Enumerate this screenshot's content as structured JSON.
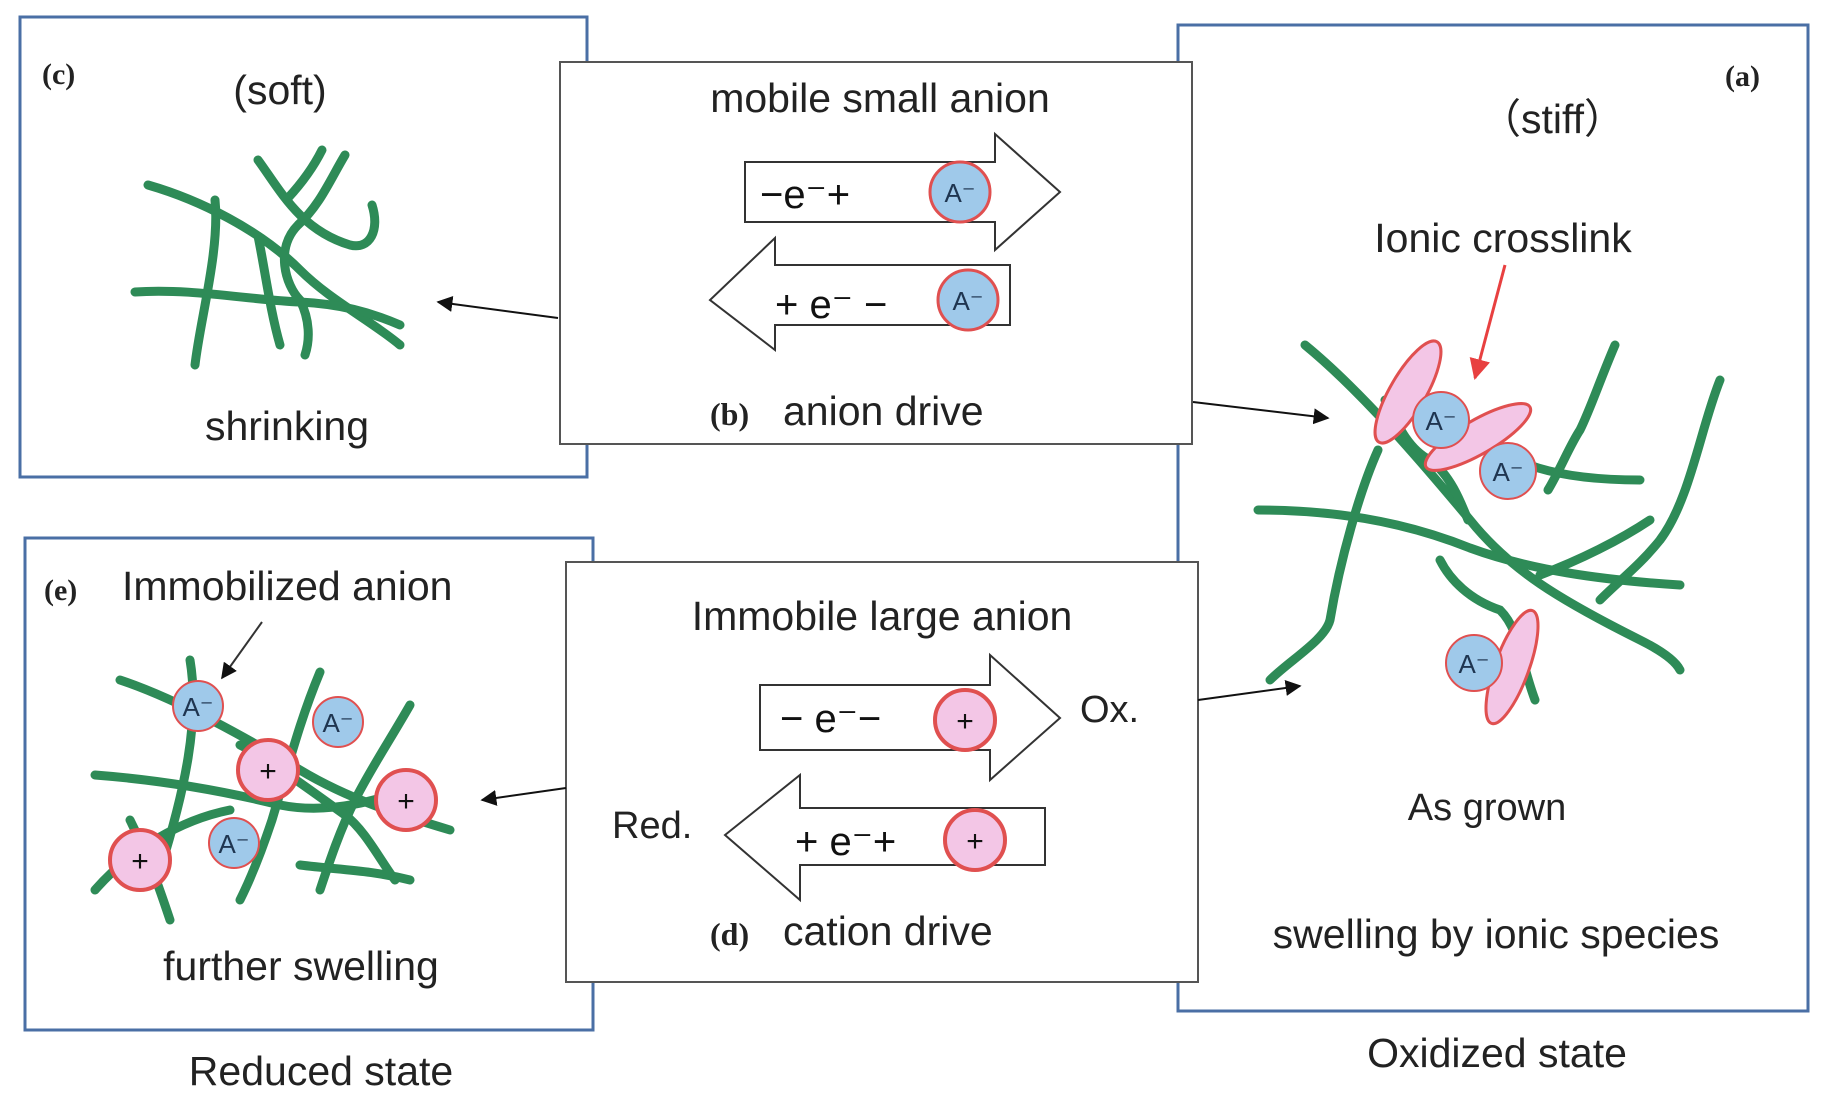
{
  "panels": {
    "c": {
      "letter": "(c)",
      "state": "(soft)",
      "caption": "shrinking"
    },
    "b": {
      "letter": "(b)",
      "title": "mobile small anion",
      "caption": "anion drive",
      "top_arrow_text": "−e⁻+",
      "bottom_arrow_text": "+ e⁻ −"
    },
    "a": {
      "letter": "(a)",
      "state": "（stiff）",
      "crosslink_label": "Ionic crosslink",
      "as_grown": "As grown",
      "caption": "swelling by ionic species"
    },
    "e": {
      "letter": "(e)",
      "title": "Immobilized anion",
      "caption": "further swelling"
    },
    "d": {
      "letter": "(d)",
      "title": "Immobile large anion",
      "caption": "cation drive",
      "top_arrow_text": "− e⁻− ",
      "bottom_arrow_text": "+ e⁻+",
      "ox_label": "Ox.",
      "red_label": "Red."
    }
  },
  "ions": {
    "anion": "A⁻",
    "cation": "+"
  },
  "states": {
    "reduced": "Reduced state",
    "oxidized": "Oxidized state"
  },
  "colors": {
    "polymer": "#2e8b57",
    "anion_fill": "#9fc9ea",
    "cation_fill": "#f3c6e6",
    "ion_ring": "#e05050",
    "panel_border": "#4a6fa5",
    "box_border": "#555555",
    "pointer_red": "#e84040"
  }
}
